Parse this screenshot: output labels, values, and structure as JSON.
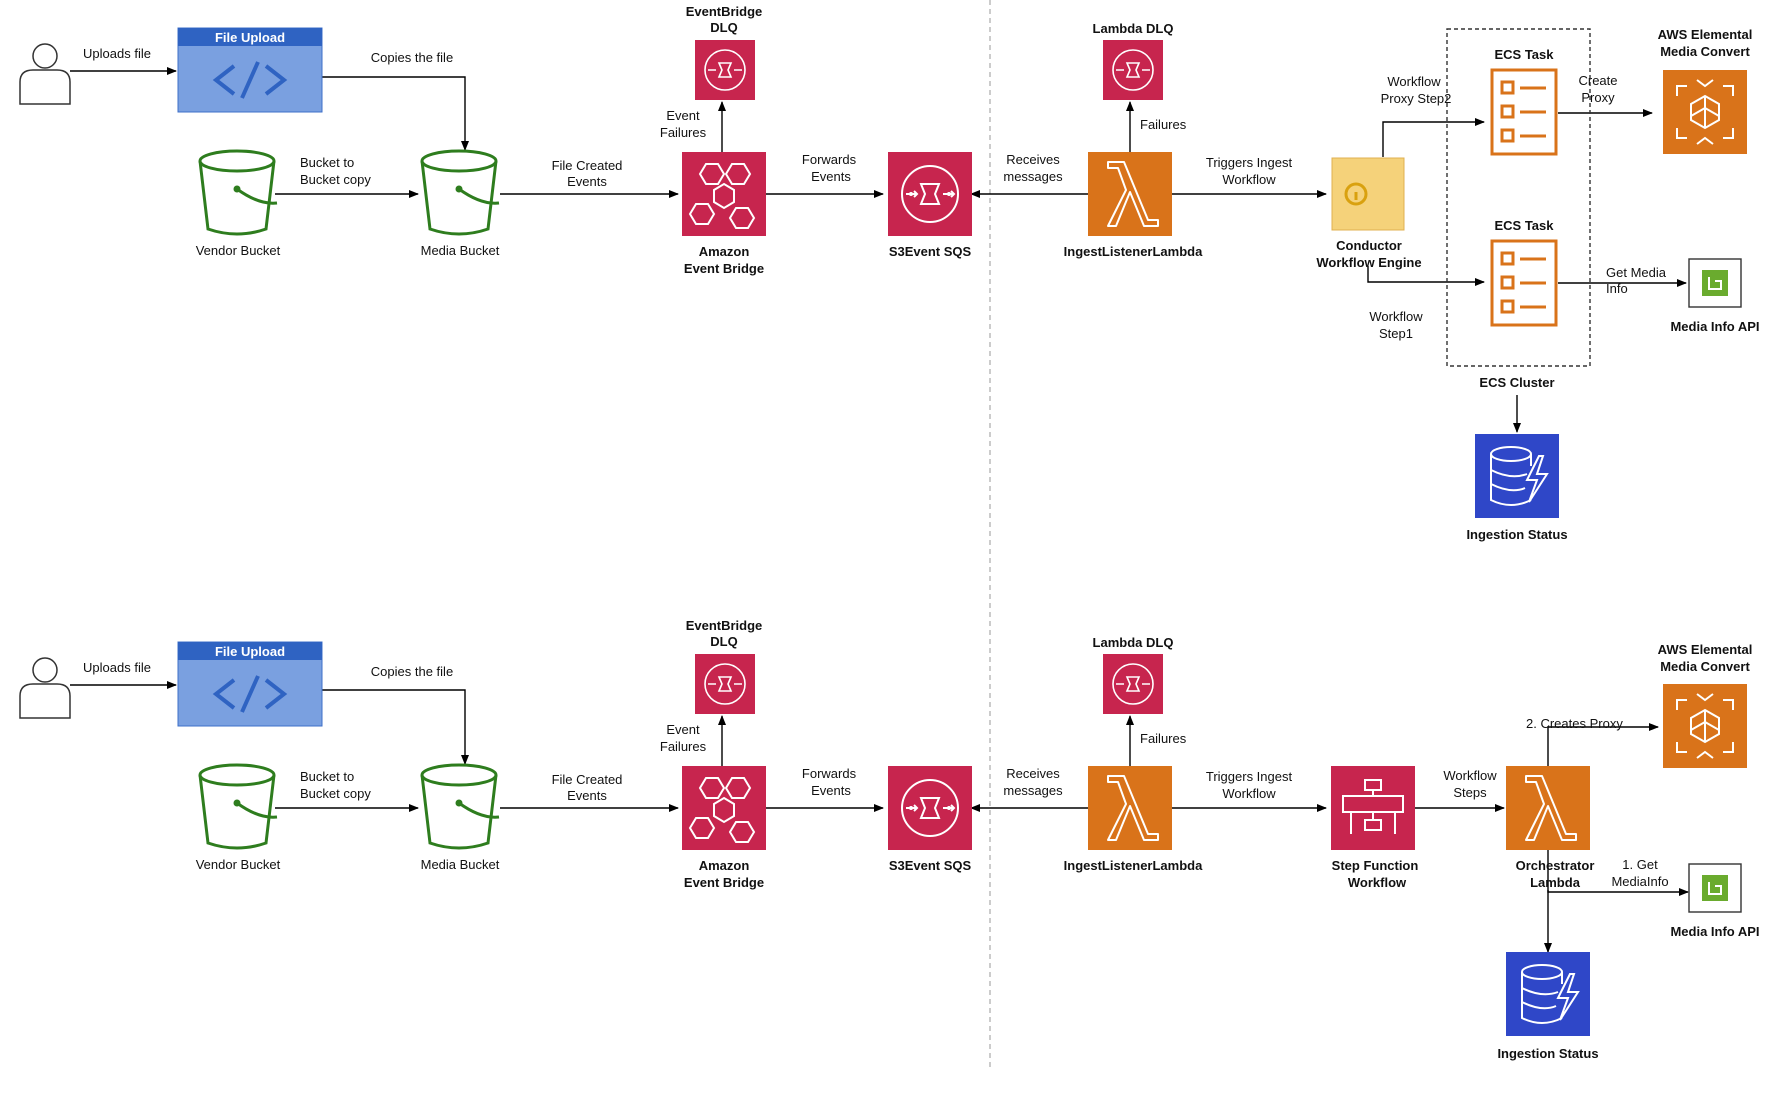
{
  "diagram": {
    "colors": {
      "integration": "#c7254e",
      "compute": "#d9731a",
      "database": "#2f47c8",
      "storage": "#2e7d1e",
      "upload_fill": "#7aa0e0",
      "upload_header": "#2f63c2",
      "media_info": "#6aab2e",
      "conductor": "#f5d27a"
    },
    "top": {
      "uploads_file": "Uploads file",
      "file_upload_title": "File Upload",
      "copies_file": "Copies the file",
      "vendor_bucket": "Vendor Bucket",
      "bucket_copy": [
        "Bucket to",
        "Bucket copy"
      ],
      "media_bucket": "Media Bucket",
      "file_created": [
        "File Created",
        "Events"
      ],
      "event_bridge": [
        "Amazon",
        "Event Bridge"
      ],
      "eventbridge_dlq": [
        "EventBridge",
        "DLQ"
      ],
      "event_failures": [
        "Event",
        "Failures"
      ],
      "forwards": [
        "Forwards",
        "Events"
      ],
      "sqs": "S3Event SQS",
      "receives": [
        "Receives",
        "messages"
      ],
      "lambda_dlq": "Lambda DLQ",
      "failures": "Failures",
      "ingest_lambda": "IngestListenerLambda",
      "triggers": [
        "Triggers Ingest",
        "Workflow"
      ],
      "conductor": [
        "Conductor",
        "Workflow Engine"
      ],
      "wf_step2": [
        "Workflow",
        "Proxy Step2"
      ],
      "wf_step1": [
        "Workflow",
        "Step1"
      ],
      "ecs_task": "ECS Task",
      "ecs_cluster": "ECS Cluster",
      "create_proxy": [
        "Create",
        "Proxy"
      ],
      "media_convert": [
        "AWS Elemental",
        "Media Convert"
      ],
      "get_media_info": [
        "Get Media",
        "Info"
      ],
      "media_info_api": "Media Info API",
      "ingestion_status": "Ingestion Status"
    },
    "bottom": {
      "uploads_file": "Uploads file",
      "file_upload_title": "File Upload",
      "copies_file": "Copies the file",
      "vendor_bucket": "Vendor Bucket",
      "bucket_copy": [
        "Bucket to",
        "Bucket copy"
      ],
      "media_bucket": "Media Bucket",
      "file_created": [
        "File Created",
        "Events"
      ],
      "event_bridge": [
        "Amazon",
        "Event Bridge"
      ],
      "eventbridge_dlq": [
        "EventBridge",
        "DLQ"
      ],
      "event_failures": [
        "Event",
        "Failures"
      ],
      "forwards": [
        "Forwards",
        "Events"
      ],
      "sqs": "S3Event SQS",
      "receives": [
        "Receives",
        "messages"
      ],
      "lambda_dlq": "Lambda DLQ",
      "failures": "Failures",
      "ingest_lambda": "IngestListenerLambda",
      "triggers": [
        "Triggers Ingest",
        "Workflow"
      ],
      "step_function": [
        "Step Function",
        "Workflow"
      ],
      "workflow_steps": [
        "Workflow",
        "Steps"
      ],
      "orchestrator": [
        "Orchestrator",
        "Lambda"
      ],
      "creates_proxy": "2. Creates Proxy",
      "get_mediainfo": [
        "1. Get",
        "MediaInfo"
      ],
      "media_convert": [
        "AWS Elemental",
        "Media Convert"
      ],
      "media_info_api": "Media Info API",
      "ingestion_status": "Ingestion Status"
    }
  }
}
